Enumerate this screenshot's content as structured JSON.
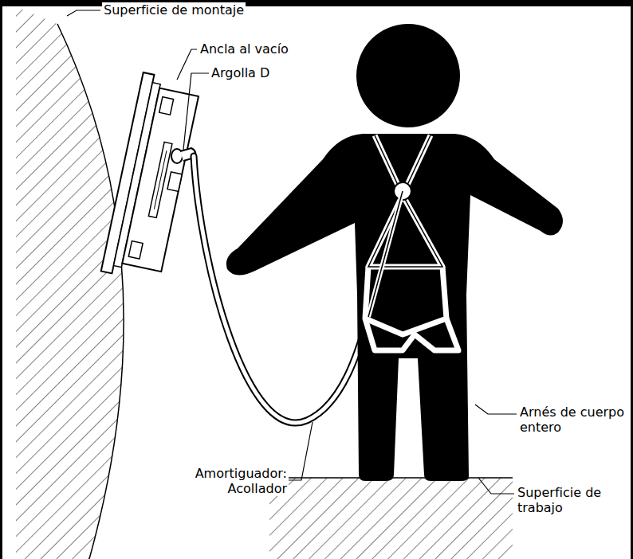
{
  "diagram": {
    "labels": [
      "Superficie de montaje",
      "Ancla al vacío",
      "Argolla D",
      "Amortiguador: Acollador",
      "Arnés de cuerpo entero",
      "Superficie de trabajo"
    ]
  }
}
